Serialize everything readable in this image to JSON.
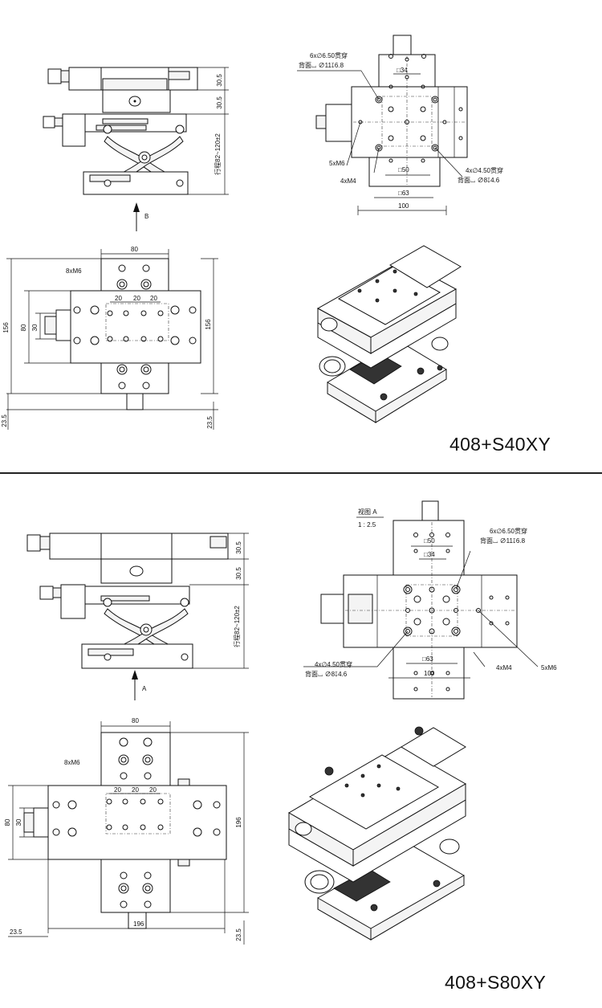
{
  "top": {
    "model": "408+S40XY",
    "side_view": {
      "dims": [
        "30.5",
        "30.5"
      ],
      "travel": "行程82~120±2",
      "arrow_label": "B"
    },
    "view_b": {
      "hole_note_1": "6x∅6.50贯穿",
      "hole_note_1b": "背面⌴ ∅11↧6.8",
      "sq34": "□34",
      "sq50": "□50",
      "sq63": "□63",
      "dim100": "100",
      "m6": "5xM6",
      "m4": "4xM4",
      "hole_note_2": "4x∅4.50贯穿",
      "hole_note_2b": "背面⌴ ∅8↧4.6"
    },
    "plan": {
      "w80": "80",
      "m6": "8xM6",
      "p20a": "20",
      "p20b": "20",
      "p20c": "20",
      "h156l": "156",
      "h156r": "156",
      "d80": "80",
      "d30": "30",
      "d235l": "23.5",
      "d235r": "23.5"
    }
  },
  "bottom": {
    "model": "408+S80XY",
    "side_view": {
      "dims": [
        "30.5",
        "30.5"
      ],
      "travel": "行程82~120±2",
      "arrow_label": "A"
    },
    "view_a": {
      "title": "视图 A",
      "scale": "1 : 2.5",
      "hole_note_1": "6x∅6.50贯穿",
      "hole_note_1b": "背面⌴ ∅11↧6.8",
      "sq50": "□50",
      "sq34": "□34",
      "sq63": "□63",
      "dim100": "100",
      "m4": "4xM4",
      "m6": "5xM6",
      "hole_note_2": "4x∅4.50贯穿",
      "hole_note_2b": "背面⌴ ∅8↧4.6"
    },
    "plan": {
      "w80": "80",
      "m6": "8xM6",
      "p20a": "20",
      "p20b": "20",
      "p20c": "20",
      "d80": "80",
      "d30": "30",
      "h196": "196",
      "w196": "196",
      "d235l": "23.5",
      "d235r": "23.5"
    }
  }
}
